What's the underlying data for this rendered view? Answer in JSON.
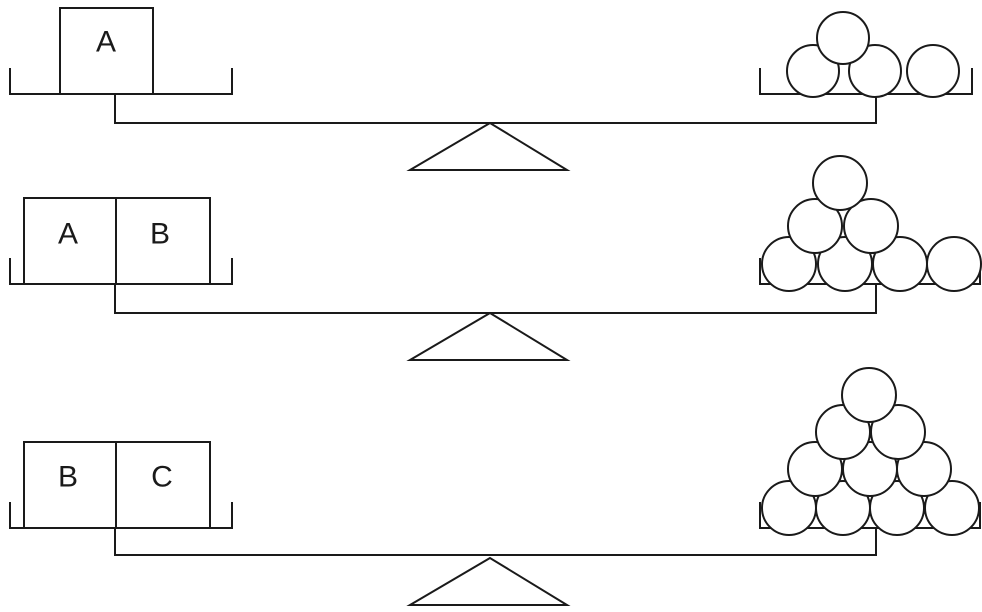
{
  "scales": [
    {
      "left_blocks": [
        "A"
      ],
      "balls": 4
    },
    {
      "left_blocks": [
        "A",
        "B"
      ],
      "balls": 7
    },
    {
      "left_blocks": [
        "B",
        "C"
      ],
      "balls": 10
    }
  ],
  "colors": {
    "stroke": "#1a1a1a",
    "background": "#ffffff"
  }
}
